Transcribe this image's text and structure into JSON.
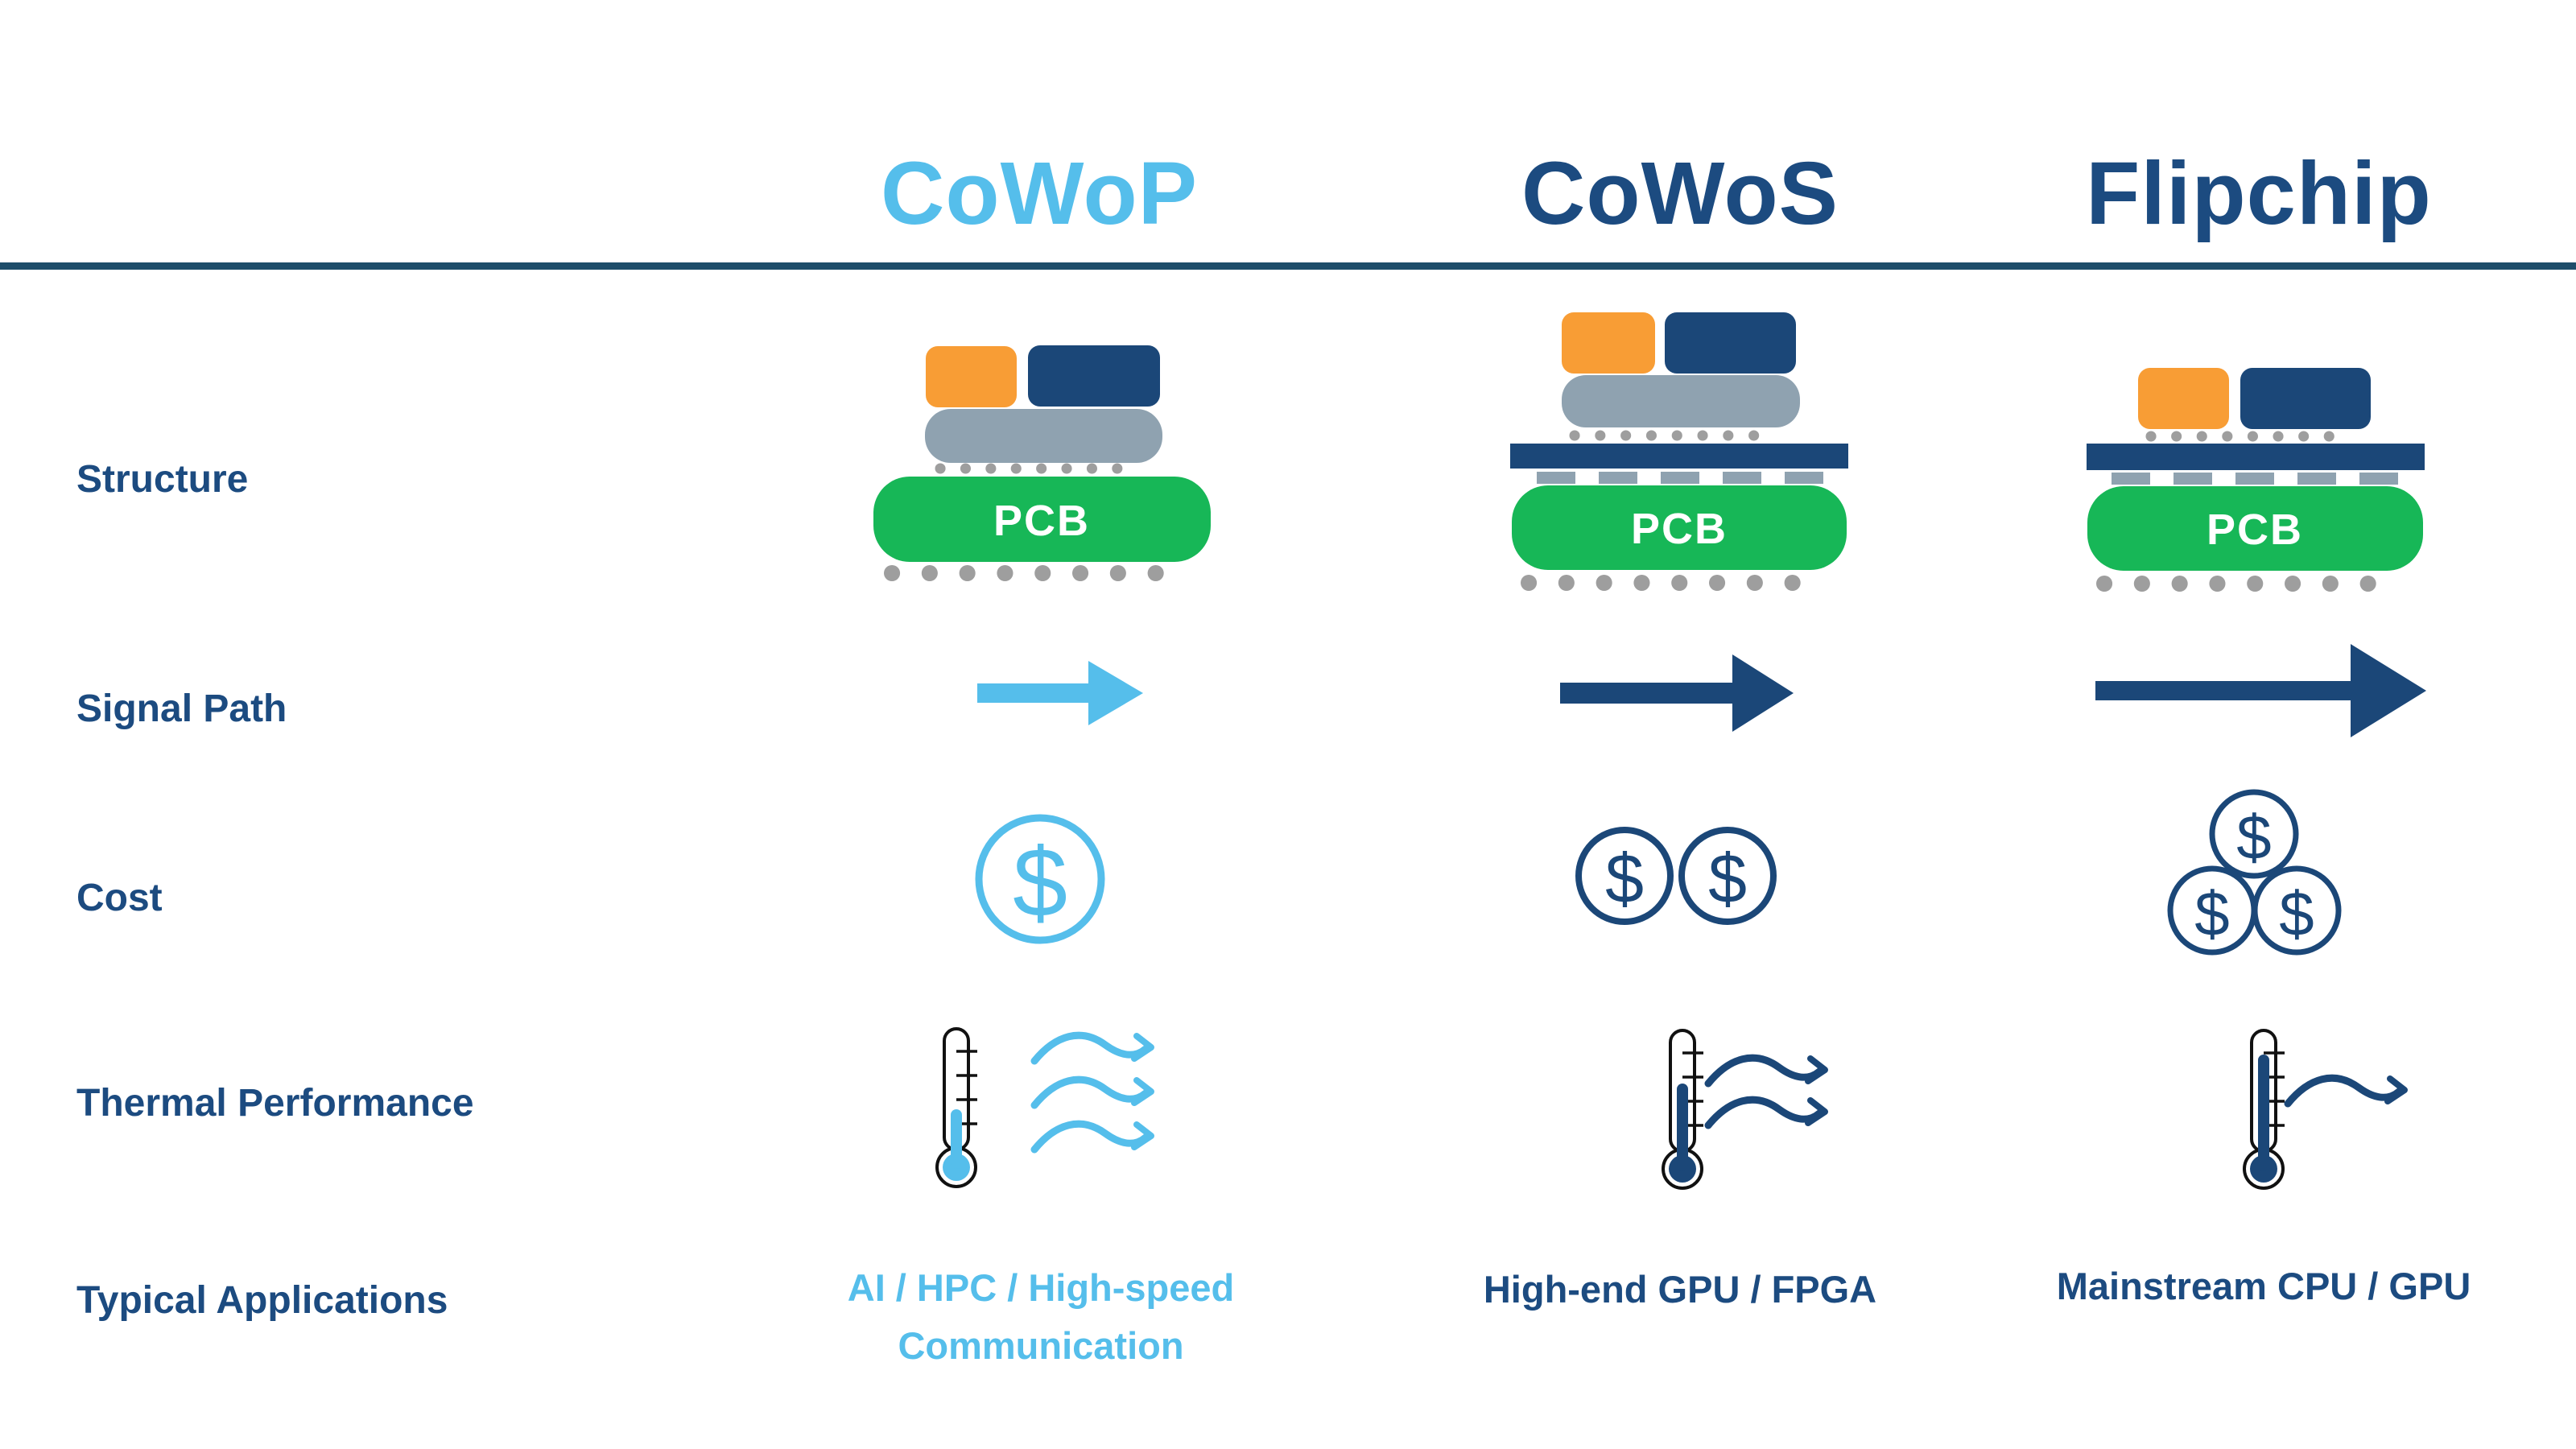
{
  "row_labels": [
    "Structure",
    "Signal Path",
    "Cost",
    "Thermal Performance",
    "Typical Applications"
  ],
  "columns": [
    {
      "id": "cowop",
      "header": "CoWoP",
      "header_color": "#55BEEB",
      "structure_layers": [
        "die-orange",
        "die-navy",
        "interposer",
        "pcb"
      ],
      "pcb_label": "PCB",
      "signal_path_length": "short",
      "cost_dollars": 1,
      "thermal_level": "low",
      "thermal_waves": 3,
      "applications": [
        "AI / HPC / High-speed",
        "Communication"
      ]
    },
    {
      "id": "cowos",
      "header": "CoWoS",
      "header_color": "#1C4B80",
      "structure_layers": [
        "die-orange",
        "die-navy",
        "interposer",
        "substrate",
        "pcb"
      ],
      "pcb_label": "PCB",
      "signal_path_length": "medium",
      "cost_dollars": 2,
      "thermal_level": "medium",
      "thermal_waves": 2,
      "applications": [
        "High-end GPU / FPGA"
      ]
    },
    {
      "id": "flipchip",
      "header": "Flipchip",
      "header_color": "#1C4B80",
      "structure_layers": [
        "die-orange",
        "die-navy",
        "substrate",
        "pcb"
      ],
      "pcb_label": "PCB",
      "signal_path_length": "long",
      "cost_dollars": 3,
      "thermal_level": "high",
      "thermal_waves": 1,
      "applications": [
        "Mainstream CPU / GPU"
      ]
    }
  ],
  "icons": {
    "dollar": "$",
    "signal_arrow": "right-arrow",
    "thermal": "thermometer-with-heat-waves",
    "cost": "dollar-coin-circles"
  },
  "colors": {
    "light_blue": "#55BEEB",
    "navy": "#1B4778",
    "navy_text": "#1C4B80",
    "divider": "#1E4D6A",
    "pcb_green": "#17B757",
    "die_orange": "#F89D35",
    "interposer_gray": "#8FA2B0",
    "bump_gray": "#9E9E9E",
    "background": "#FFFFFF"
  }
}
